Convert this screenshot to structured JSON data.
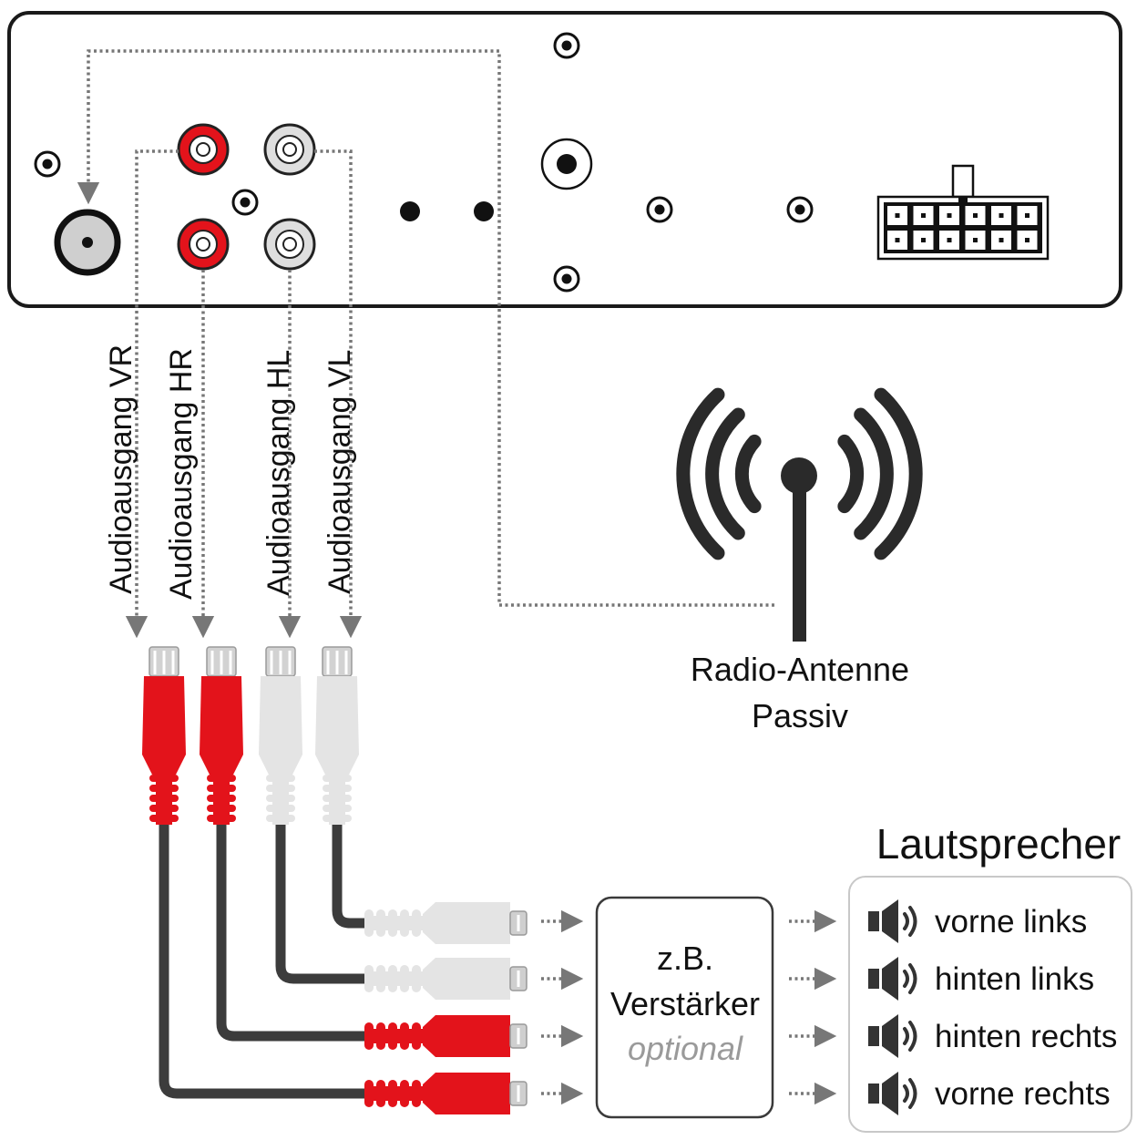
{
  "audio_outputs": [
    {
      "id": "vr",
      "label": "Audioausgang VR",
      "color": "red"
    },
    {
      "id": "hr",
      "label": "Audioausgang HR",
      "color": "red"
    },
    {
      "id": "hl",
      "label": "Audioausgang HL",
      "color": "white"
    },
    {
      "id": "vl",
      "label": "Audioausgang VL",
      "color": "white"
    }
  ],
  "antenna": {
    "line1": "Radio-Antenne",
    "line2": "Passiv"
  },
  "amplifier": {
    "line1": "z.B.",
    "line2": "Verstärker",
    "line3": "optional"
  },
  "speakers": {
    "title": "Lautsprecher",
    "items": [
      "vorne links",
      "hinten links",
      "hinten rechts",
      "vorne rechts"
    ]
  },
  "colors": {
    "rca_red": "#e3131b",
    "rca_white": "#e4e4e4",
    "cable": "#3c3c3c",
    "dotted_line": "#777777",
    "optional_text": "#9a9a9a"
  },
  "icons": {
    "speaker": "speaker-icon",
    "antenna": "antenna-icon",
    "iso_connector": "iso-connector-icon",
    "screw": "screw-icon"
  }
}
